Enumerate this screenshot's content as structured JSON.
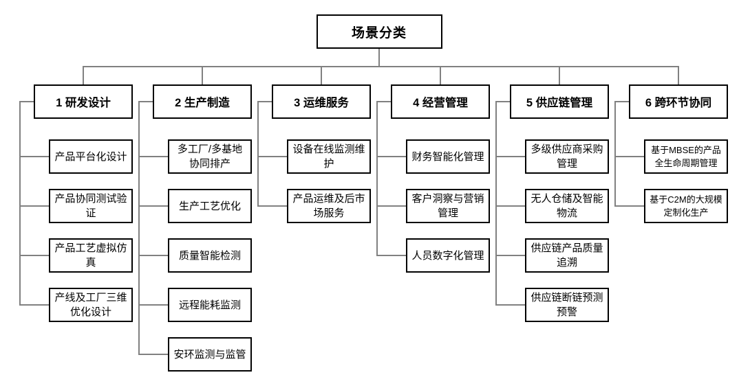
{
  "diagram": {
    "title": "场景分类",
    "colors": {
      "node_border": "#000000",
      "node_fill": "#ffffff",
      "connector": "#808080",
      "text": "#000000"
    },
    "branches": [
      {
        "label": "1 研发设计",
        "children": [
          "产品平台化设计",
          "产品协同测试验证",
          "产品工艺虚拟仿真",
          "产线及工厂三维优化设计"
        ]
      },
      {
        "label": "2 生产制造",
        "children": [
          "多工厂/多基地协同排产",
          "生产工艺优化",
          "质量智能检测",
          "远程能耗监测",
          "安环监测与监管"
        ]
      },
      {
        "label": "3 运维服务",
        "children": [
          "设备在线监测维护",
          "产品运维及后市场服务"
        ]
      },
      {
        "label": "4 经营管理",
        "children": [
          "财务智能化管理",
          "客户洞察与营销管理",
          "人员数字化管理"
        ]
      },
      {
        "label": "5 供应链管理",
        "children": [
          "多级供应商采购管理",
          "无人仓储及智能物流",
          "供应链产品质量追溯",
          "供应链断链预测预警"
        ]
      },
      {
        "label": "6 跨环节协同",
        "children": [
          "基于MBSE的产品全生命周期管理",
          "基于C2M的大规模定制化生产"
        ]
      }
    ]
  }
}
